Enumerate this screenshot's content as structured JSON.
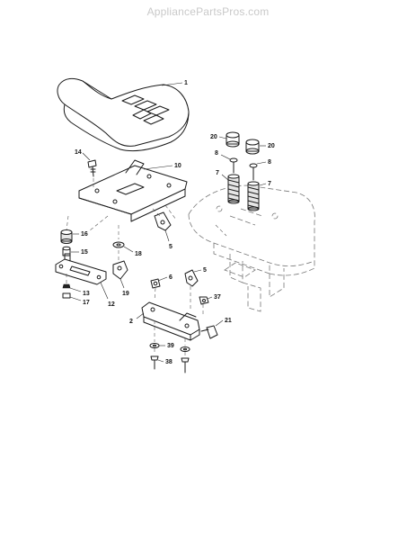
{
  "watermark": "AppliancePartsPros.com",
  "callouts": {
    "seat": "1",
    "seat_pan": "10",
    "bolt_top": "14",
    "spring_left": "7",
    "spring_right": "7",
    "cap_left": "8",
    "cap_right": "8",
    "bumper_left": "20",
    "bumper_right": "20",
    "bushing": "16",
    "spacer": "15",
    "washer_18": "18",
    "clip_5_upper": "5",
    "clip_5_lower": "5",
    "knob": "19",
    "slide_plate": "12",
    "nut_13": "13",
    "nut_17": "17",
    "nut_6": "6",
    "bracket": "2",
    "nut_37": "37",
    "bolt_21": "21",
    "washer_39": "39",
    "bolt_38": "38"
  }
}
